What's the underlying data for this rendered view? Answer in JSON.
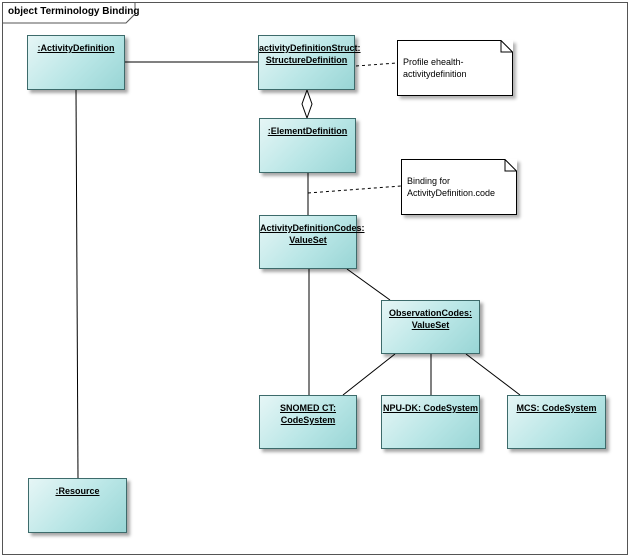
{
  "frame": {
    "title": "object Terminology Binding"
  },
  "nodes": {
    "activity_definition": {
      "line1": ":ActivityDefinition",
      "line2": ""
    },
    "structure_definition": {
      "line1": "activityDefinitionStruct:",
      "line2": "StructureDefinition"
    },
    "element_definition": {
      "line1": ":ElementDefinition",
      "line2": ""
    },
    "activity_codes": {
      "line1": "ActivityDefinitionCodes:",
      "line2": "ValueSet"
    },
    "observation_codes": {
      "line1": "ObservationCodes:",
      "line2": "ValueSet"
    },
    "snomed": {
      "line1": "SNOMED CT:",
      "line2": "CodeSystem"
    },
    "npu_dk": {
      "line1": "NPU-DK: CodeSystem",
      "line2": ""
    },
    "mcs": {
      "line1": "MCS: CodeSystem",
      "line2": ""
    },
    "resource": {
      "line1": ":Resource",
      "line2": ""
    }
  },
  "notes": {
    "profile": {
      "line1": "Profile ehealth-",
      "line2": "activitydefinition"
    },
    "binding": {
      "line1": "Binding for",
      "line2": "ActivityDefinition.code"
    }
  },
  "colors": {
    "node_border": "#3d6b6b",
    "node_fill_light": "#e6f6f6",
    "node_fill_dark": "#98d5d5",
    "line": "#000000"
  }
}
